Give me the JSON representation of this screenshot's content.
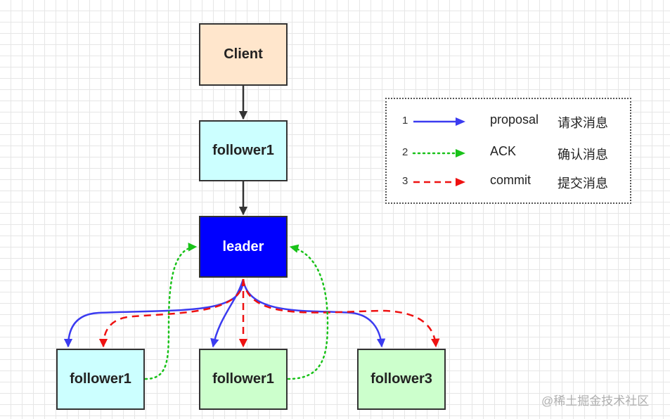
{
  "nodes": {
    "client": "Client",
    "follower1_top": "follower1",
    "leader": "leader",
    "follower1_left": "follower1",
    "follower1_mid": "follower1",
    "follower3": "follower3"
  },
  "legend": {
    "items": [
      {
        "num": "1",
        "name": "proposal",
        "desc": "请求消息",
        "style": "solid",
        "color": "#3b3bf0"
      },
      {
        "num": "2",
        "name": "ACK",
        "desc": "确认消息",
        "style": "dotted",
        "color": "#19c219"
      },
      {
        "num": "3",
        "name": "commit",
        "desc": "提交消息",
        "style": "dashed",
        "color": "#ee1111"
      }
    ]
  },
  "watermark": "@稀土掘金技术社区",
  "colors": {
    "proposal": "#3b3bf0",
    "ack": "#19c219",
    "commit": "#ee1111",
    "flow": "#333333"
  }
}
